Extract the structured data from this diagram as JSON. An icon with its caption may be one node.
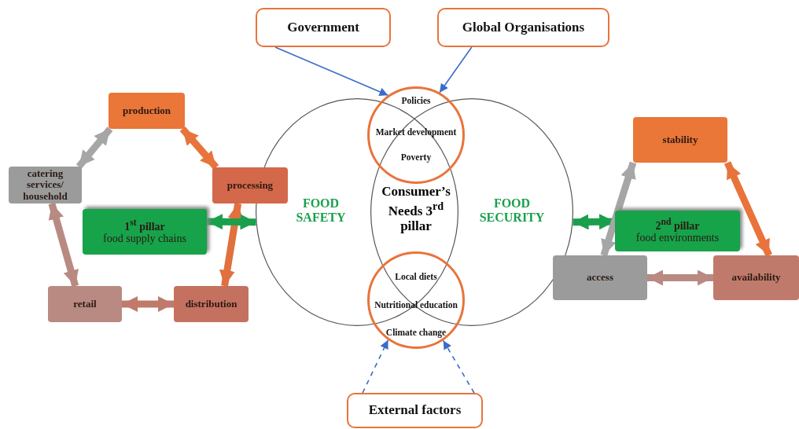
{
  "diagram": {
    "nodes": [
      {
        "text": [
          "Government"
        ]
      },
      {
        "text": [
          "Global Organisations"
        ]
      },
      {
        "text": [
          "External factors"
        ]
      },
      {
        "text": [
          "FOOD SAFETY"
        ]
      },
      {
        "text": [
          "FOOD SECURITY"
        ]
      },
      {
        "text": [
          "Policies",
          "Market development",
          "Poverty"
        ]
      },
      {
        "text": [
          "Local diets",
          "Nutritional education",
          "Climate change"
        ]
      },
      {
        "text": [
          "production"
        ]
      },
      {
        "text": [
          "processing"
        ]
      },
      {
        "text": [
          "catering services/ household"
        ]
      },
      {
        "text": [
          "1$^{st}$ pillar",
          "food supply chains"
        ]
      },
      {
        "text": [
          "retail"
        ]
      },
      {
        "text": [
          "distribution"
        ]
      },
      {
        "text": [
          "stability"
        ]
      },
      {
        "text": [
          "2$^{nd}$ pillar",
          "food environments"
        ]
      },
      {
        "text": [
          "access"
        ]
      },
      {
        "text": [
          "availability"
        ]
      }
    ],
    "edges": [
      {
        "from": 0,
        "to": 5,
        "arrow": "to",
        "color": "#3a6cc8"
      },
      {
        "from": 1,
        "to": 5,
        "arrow": "to",
        "color": "#3a6cc8"
      },
      {
        "from": 2,
        "to": 6,
        "arrow": "to",
        "style": "dashed",
        "color": "#3a6cc8"
      },
      {
        "from": 2,
        "to": 6,
        "arrow": "to",
        "style": "dashed",
        "color": "#3a6cc8"
      },
      {
        "from": 7,
        "to": 8,
        "arrow": "both",
        "color": "#e8743b"
      },
      {
        "from": 9,
        "to": 7,
        "arrow": "both",
        "color": "#a6a6a6"
      },
      {
        "from": 9,
        "to": 11,
        "arrow": "both",
        "color": "#b88a82"
      },
      {
        "from": 11,
        "to": 12,
        "arrow": "both",
        "color": "#c07a6c"
      },
      {
        "from": 12,
        "to": 8,
        "arrow": "both",
        "color": "#e0703f"
      },
      {
        "from": 10,
        "to": 3,
        "arrow": "both",
        "color": "#1aa04c"
      },
      {
        "from": 4,
        "to": 14,
        "arrow": "both",
        "color": "#1aa04c"
      },
      {
        "from": 15,
        "to": 13,
        "arrow": "both",
        "color": "#a6a6a6"
      },
      {
        "from": 13,
        "to": 16,
        "arrow": "both",
        "color": "#e8743b"
      },
      {
        "from": 15,
        "to": 16,
        "arrow": "both",
        "color": "#b88a82"
      }
    ],
    "labels": [
      "Consumer’s Needs 3$^{rd}$ pillar"
    ]
  }
}
